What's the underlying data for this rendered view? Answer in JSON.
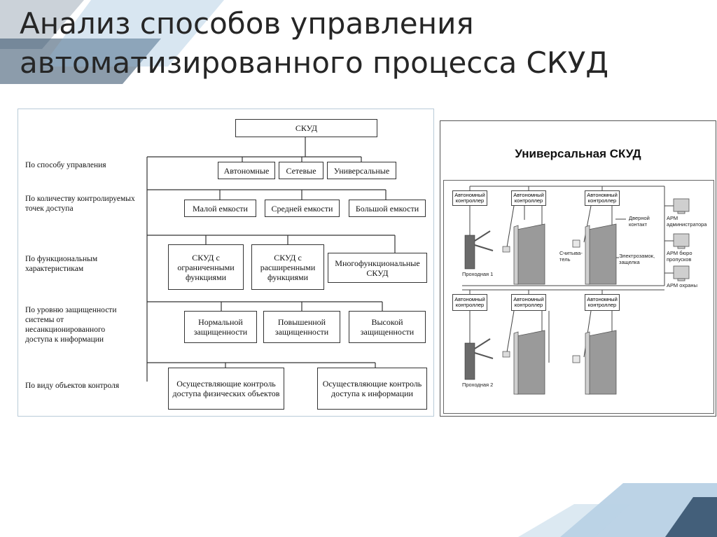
{
  "title": "Анализ способов управления автоматизированного процесса СКУД",
  "classification": {
    "root": "СКУД",
    "criteria": [
      "По способу управления",
      "По количеству контролируемых точек доступа",
      "По функциональным характеристикам",
      "По уровню защищенности системы от несанкционированного доступа к информации",
      "По виду объектов контроля"
    ],
    "control_method": [
      "Автономные",
      "Сетевые",
      "Универсальные"
    ],
    "capacity": [
      "Малой емкости",
      "Средней емкости",
      "Большой емкости"
    ],
    "functions": [
      "СКУД с ограниченными функциями",
      "СКУД с расширенными функциями",
      "Многофункциональные СКУД"
    ],
    "security": [
      "Нормальной защищенности",
      "Повышенной защищенности",
      "Высокой защищенности"
    ],
    "objects": [
      "Осуществляющие контроль доступа физических объектов",
      "Осуществляющие контроль доступа к информации"
    ]
  },
  "universal": {
    "heading": "Универсальная СКУД",
    "controller_label": "Автономный контроллер",
    "door_contact": "Дверной контакт",
    "reader": "Считыва-тель",
    "lock": "Электрозамок, защелка",
    "passage1": "Проходная 1",
    "passage2": "Проходная 2",
    "workstations": [
      "АРМ администратора",
      "АРМ бюро пропусков",
      "АРМ охраны"
    ]
  },
  "colors": {
    "title": "#262626",
    "decor_dark": "#2e4a66",
    "decor_light": "#8fb6d6",
    "panel_border": "#b9cbd8"
  }
}
